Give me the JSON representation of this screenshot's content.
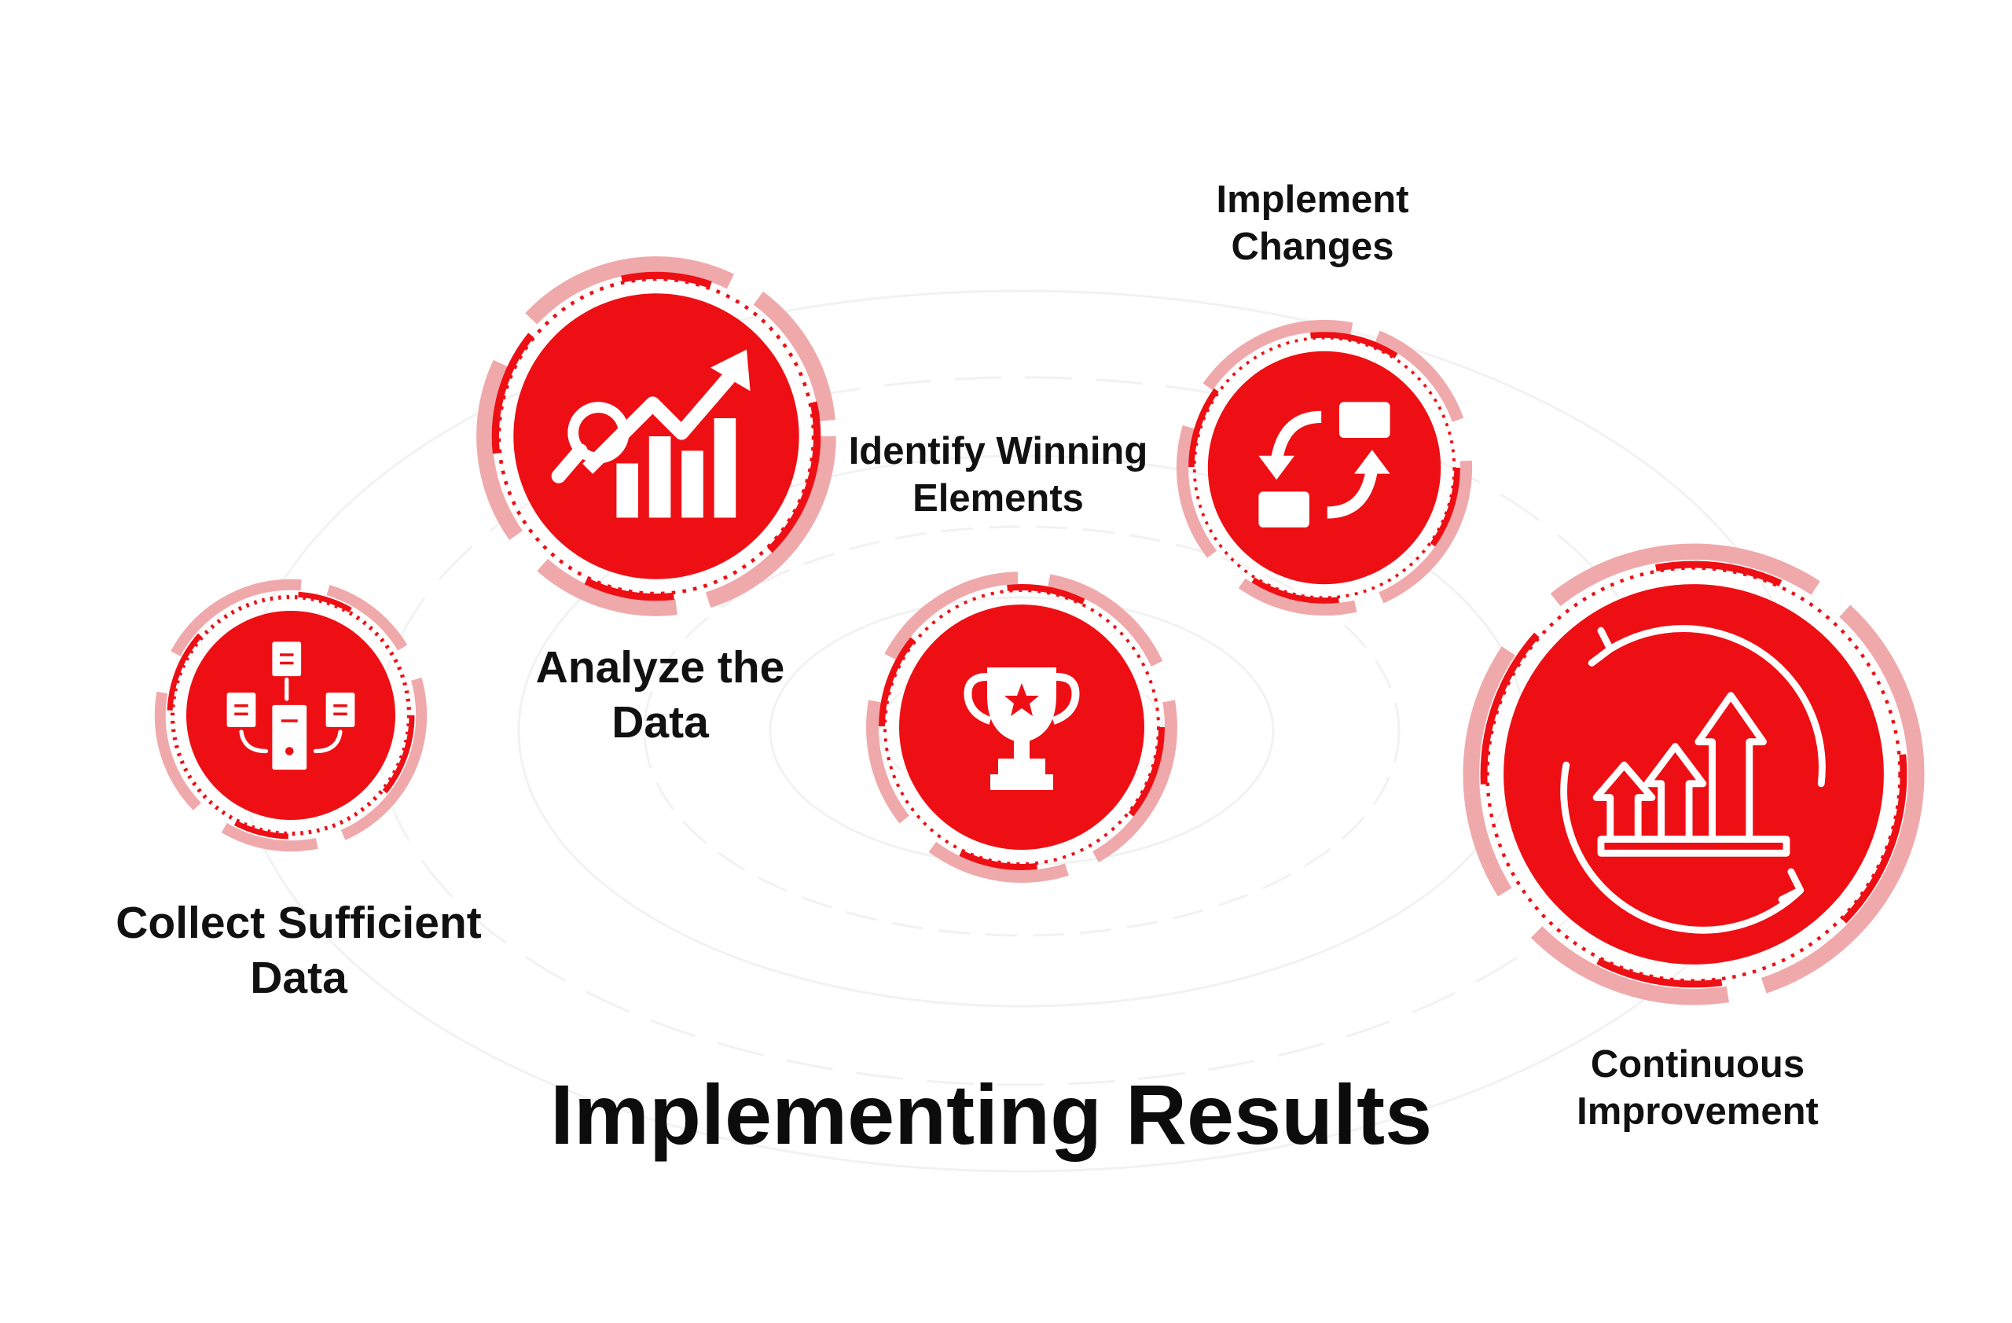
{
  "title": "Implementing Results",
  "colors": {
    "accent": "#ee0f14",
    "ring_light": "#f0a9ab",
    "text": "#111111"
  },
  "steps": [
    {
      "id": "collect",
      "label_lines": [
        "Collect Sufficient",
        "Data"
      ],
      "icon": "data-collection-icon"
    },
    {
      "id": "analyze",
      "label_lines": [
        "Analyze the",
        "Data"
      ],
      "icon": "chart-analysis-icon"
    },
    {
      "id": "identify",
      "label_lines": [
        "Identify Winning",
        "Elements"
      ],
      "icon": "trophy-icon"
    },
    {
      "id": "implement",
      "label_lines": [
        "Implement",
        "Changes"
      ],
      "icon": "swap-changes-icon"
    },
    {
      "id": "improve",
      "label_lines": [
        "Continuous",
        "Improvement"
      ],
      "icon": "growth-cycle-icon"
    }
  ]
}
